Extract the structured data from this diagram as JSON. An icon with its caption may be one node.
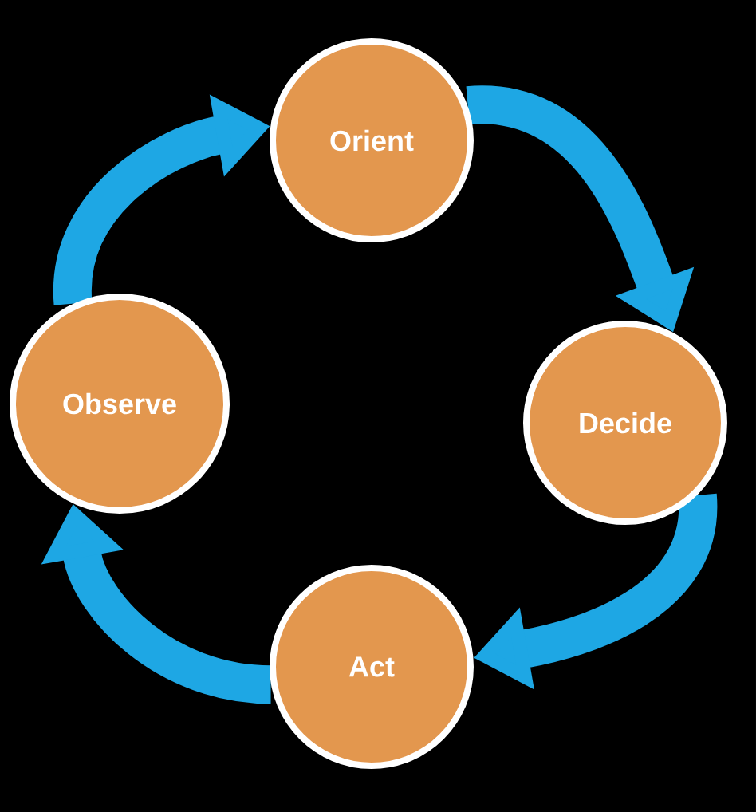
{
  "diagram": {
    "nodes": [
      {
        "text": [
          "Orient"
        ]
      },
      {
        "text": [
          "Decide"
        ]
      },
      {
        "text": [
          "Act"
        ]
      },
      {
        "text": [
          "Observe"
        ]
      }
    ],
    "edges": [
      {
        "from": 0,
        "to": 1,
        "arrow": "to"
      },
      {
        "from": 1,
        "to": 2,
        "arrow": "to"
      },
      {
        "from": 2,
        "to": 3,
        "arrow": "to"
      },
      {
        "from": 3,
        "to": 0,
        "arrow": "to"
      }
    ]
  }
}
